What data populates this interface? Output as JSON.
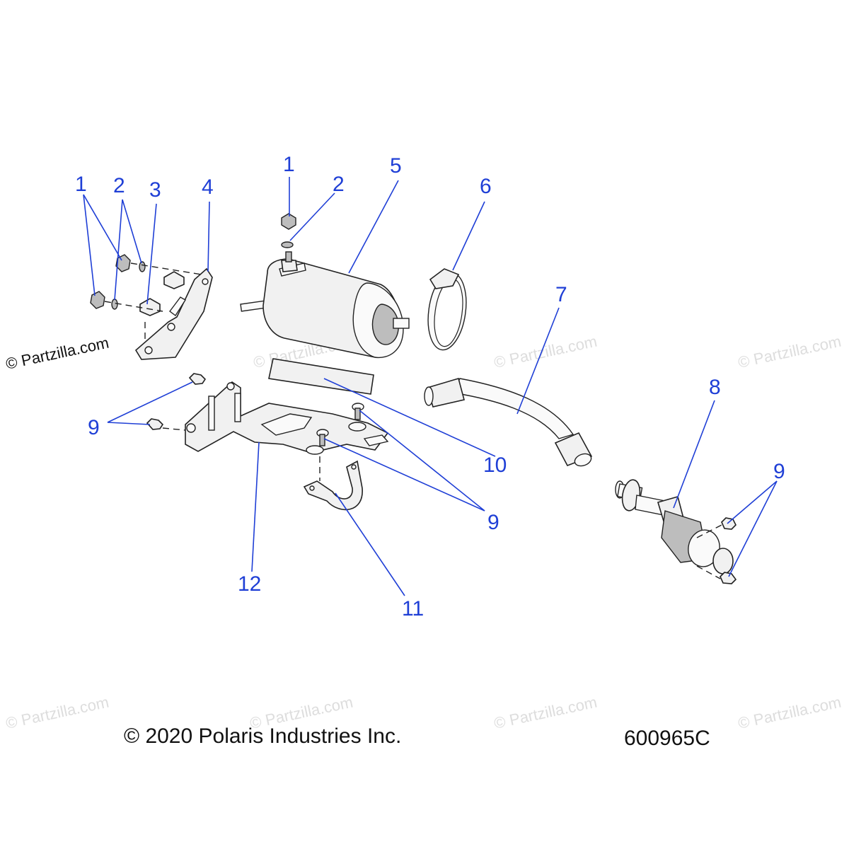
{
  "callouts": {
    "c1a": "1",
    "c2a": "2",
    "c3": "3",
    "c4": "4",
    "c1b": "1",
    "c2b": "2",
    "c5": "5",
    "c6": "6",
    "c7": "7",
    "c8": "8",
    "c9a": "9",
    "c9b": "9",
    "c9c": "9",
    "c10": "10",
    "c11": "11",
    "c12": "12"
  },
  "watermarks": {
    "main": "© Partzilla.com",
    "faint": "© Partzilla.com"
  },
  "footer": {
    "copyright": "© 2020 Polaris Industries Inc.",
    "diagram_id": "600965C"
  },
  "colors": {
    "callout": "#1f3fd6",
    "line_art": "#222222",
    "watermark": "#dddddd"
  }
}
